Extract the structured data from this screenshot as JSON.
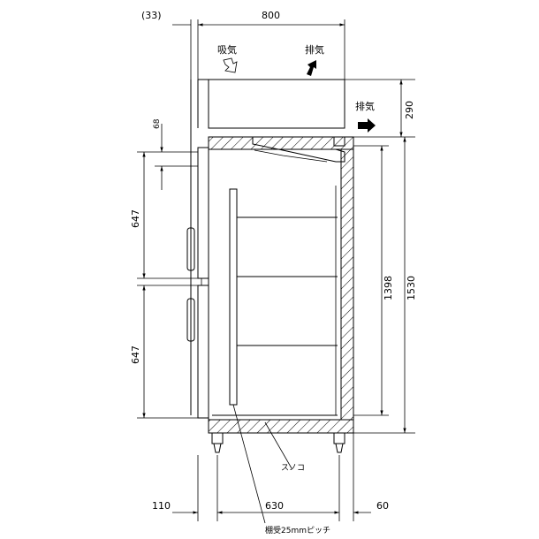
{
  "dimensions": {
    "top_offset": "(33)",
    "width_total": "800",
    "top_unit_height": "290",
    "gap_height": "68",
    "door_upper_height": "647",
    "door_lower_height": "647",
    "interior_height": "1398",
    "body_height": "1530",
    "depth_front": "110",
    "depth_interior": "630",
    "depth_back": "60"
  },
  "labels": {
    "intake": "吸気",
    "exhaust_top": "排気",
    "exhaust_side": "排気",
    "slatted_floor": "スノコ",
    "shelf_pitch": "棚受25mmピッチ"
  }
}
